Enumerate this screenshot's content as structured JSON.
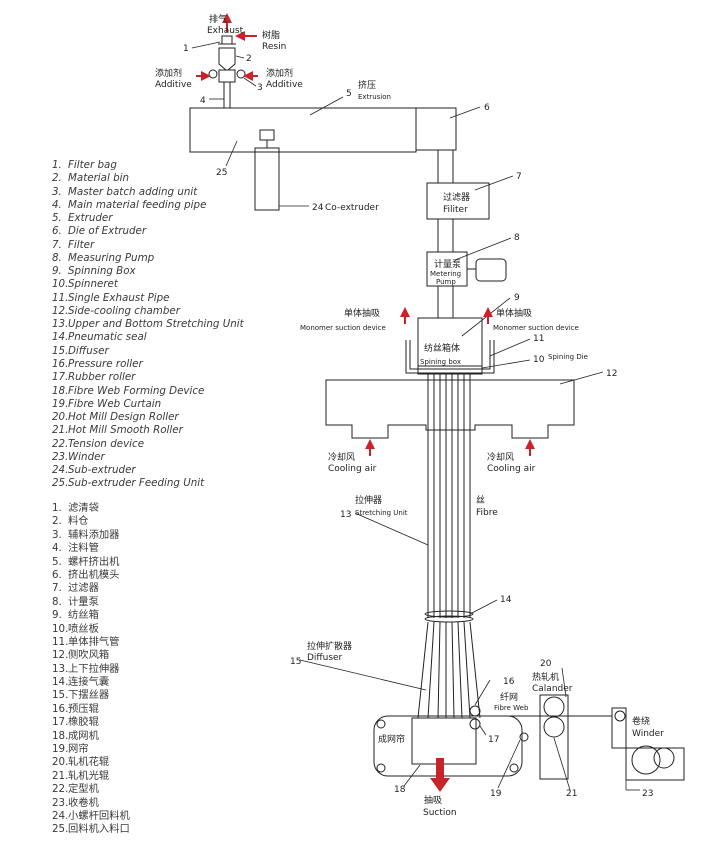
{
  "colors": {
    "arrow": "#c8222a",
    "line": "#222222",
    "text": "#3a3a3a"
  },
  "labels": {
    "exhaust_zh": "排气",
    "exhaust_en": "Exhaust",
    "resin_zh": "树脂",
    "resin_en": "Resin",
    "additive_zh": "添加剂",
    "additive_en": "Additive",
    "extrusion_zh": "挤压",
    "extrusion_en": "Extrusion",
    "co_extruder": "Co-extruder",
    "filter_zh": "过滤器",
    "filter_en": "Filiter",
    "pump_zh": "计量泵",
    "pump_en1": "Metering",
    "pump_en2": "Pump",
    "monomer_zh": "单体抽吸",
    "monomer_en": "Monomer suction device",
    "spin_box_zh": "纺丝箱体",
    "spin_box_en": "Spining box",
    "spin_die_en": "Spining Die",
    "cooling_zh": "冷却风",
    "cooling_en": "Cooling air",
    "stretch_zh": "拉伸器",
    "stretch_en": "Stretching Unit",
    "fibre_zh": "丝",
    "fibre_en": "Fibre",
    "diffuser_zh": "拉伸扩散器",
    "diffuser_en": "Diffuser",
    "web_zh": "纤网",
    "web_en": "Fibre Web",
    "calander_zh": "热轧机",
    "calander_en": "Calander",
    "winder_zh": "卷绕",
    "winder_en": "Winder",
    "curtain_zh": "成网帘",
    "suction_zh": "抽吸",
    "suction_en": "Suction"
  },
  "numbers": [
    "1",
    "2",
    "3",
    "4",
    "5",
    "6",
    "7",
    "8",
    "9",
    "10",
    "11",
    "12",
    "13",
    "14",
    "15",
    "16",
    "17",
    "18",
    "19",
    "20",
    "21",
    "23",
    "24",
    "25"
  ],
  "legend_en": [
    {
      "num": "1.",
      "text": "Filter bag"
    },
    {
      "num": "2.",
      "text": "Material bin"
    },
    {
      "num": "3.",
      "text": "Master batch adding unit"
    },
    {
      "num": "4.",
      "text": "Main material feeding pipe"
    },
    {
      "num": "5.",
      "text": "Extruder"
    },
    {
      "num": "6.",
      "text": "Die of Extruder"
    },
    {
      "num": "7.",
      "text": "Filter"
    },
    {
      "num": "8.",
      "text": "Measuring Pump"
    },
    {
      "num": "9.",
      "text": "Spinning Box"
    },
    {
      "num": "10.",
      "text": "Spinneret"
    },
    {
      "num": "11.",
      "text": "Single Exhaust Pipe"
    },
    {
      "num": "12.",
      "text": "Side-cooling chamber"
    },
    {
      "num": "13.",
      "text": "Upper and Bottom Stretching Unit"
    },
    {
      "num": "14.",
      "text": "Pneumatic seal"
    },
    {
      "num": "15.",
      "text": "Diffuser"
    },
    {
      "num": "16.",
      "text": "Pressure roller"
    },
    {
      "num": "17.",
      "text": "Rubber roller"
    },
    {
      "num": "18.",
      "text": "Fibre Web Forming Device"
    },
    {
      "num": "19.",
      "text": "Fibre Web Curtain"
    },
    {
      "num": "20.",
      "text": "Hot Mill Design Roller"
    },
    {
      "num": "21.",
      "text": "Hot Mill Smooth Roller"
    },
    {
      "num": "22.",
      "text": "Tension device"
    },
    {
      "num": "23.",
      "text": "Winder"
    },
    {
      "num": "24.",
      "text": "Sub-extruder"
    },
    {
      "num": "25.",
      "text": "Sub-extruder Feeding Unit"
    }
  ],
  "legend_zh": [
    {
      "num": "1.",
      "text": "滤清袋"
    },
    {
      "num": "2.",
      "text": "料仓"
    },
    {
      "num": "3.",
      "text": "辅料添加器"
    },
    {
      "num": "4.",
      "text": "注料管"
    },
    {
      "num": "5.",
      "text": "螺杆挤出机"
    },
    {
      "num": "6.",
      "text": "挤出机模头"
    },
    {
      "num": "7.",
      "text": "过滤器"
    },
    {
      "num": "8.",
      "text": "计量泵"
    },
    {
      "num": "9.",
      "text": "纺丝箱"
    },
    {
      "num": "10.",
      "text": "喷丝板"
    },
    {
      "num": "11.",
      "text": "单体排气管"
    },
    {
      "num": "12.",
      "text": "侧吹风箱"
    },
    {
      "num": "13.",
      "text": "上下拉伸器"
    },
    {
      "num": "14.",
      "text": "连接气囊"
    },
    {
      "num": "15.",
      "text": "下摆丝器"
    },
    {
      "num": "16.",
      "text": "预压辊"
    },
    {
      "num": "17.",
      "text": "橡胶辊"
    },
    {
      "num": "18.",
      "text": "成网机"
    },
    {
      "num": "19.",
      "text": "网帘"
    },
    {
      "num": "20.",
      "text": "轧机花辊"
    },
    {
      "num": "21.",
      "text": "轧机光辊"
    },
    {
      "num": "22.",
      "text": "定型机"
    },
    {
      "num": "23.",
      "text": "收卷机"
    },
    {
      "num": "24.",
      "text": "小螺杆回料机"
    },
    {
      "num": "25.",
      "text": "回料机入料口"
    }
  ]
}
